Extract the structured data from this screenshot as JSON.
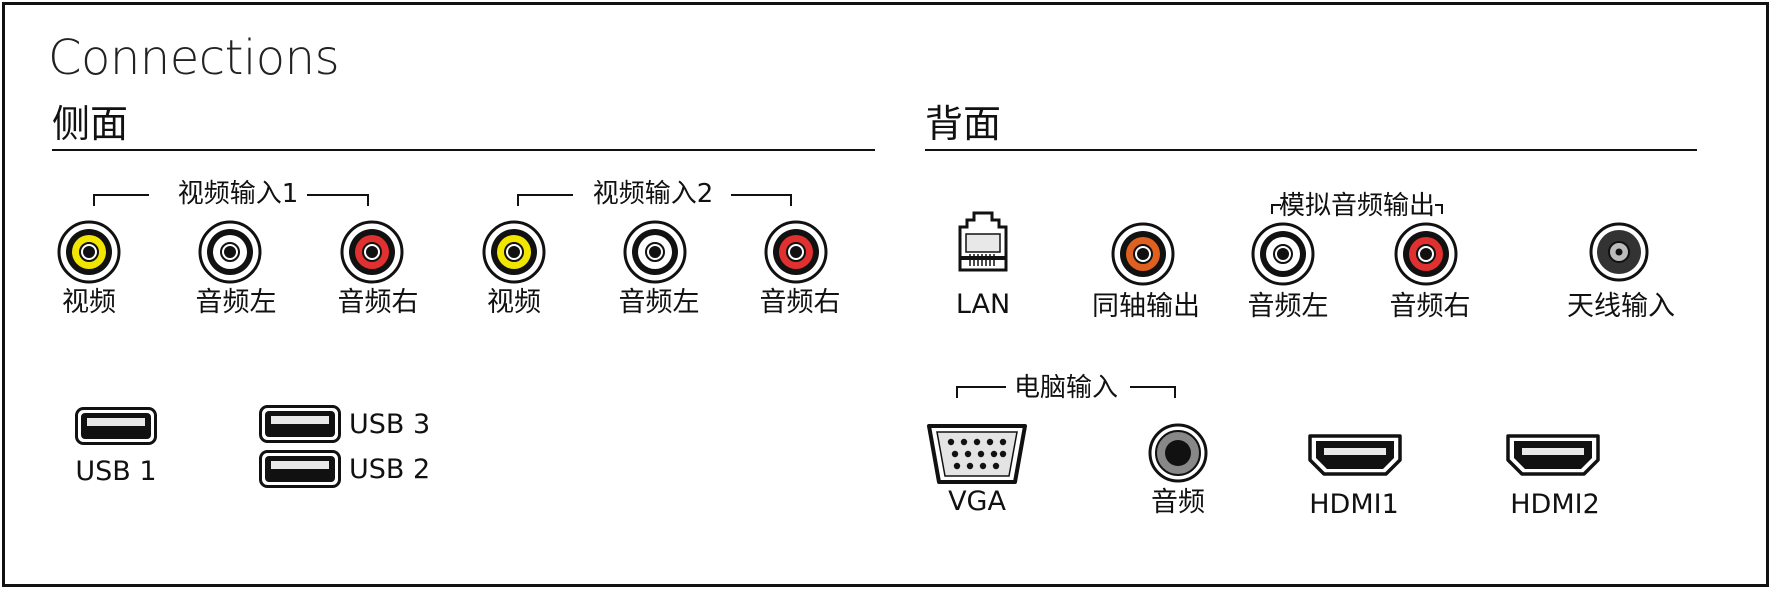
{
  "title": "Connections",
  "side": {
    "heading": "侧面",
    "groups": [
      {
        "label": "视频输入1",
        "ports": [
          "视频",
          "音频左",
          "音频右"
        ]
      },
      {
        "label": "视频输入2",
        "ports": [
          "视频",
          "音频左",
          "音频右"
        ]
      }
    ],
    "usb": [
      "USB 1",
      "USB 3",
      "USB 2"
    ]
  },
  "back": {
    "heading": "背面",
    "lan": "LAN",
    "coax": "同轴输出",
    "analog_group": "模拟音频输出",
    "analog_ports": [
      "音频左",
      "音频右"
    ],
    "antenna": "天线输入",
    "pc_group": "电脑输入",
    "vga": "VGA",
    "pc_audio": "音频",
    "hdmi1": "HDMI1",
    "hdmi2": "HDMI2"
  },
  "colors": {
    "video": "#f2e600",
    "audio_left": "#ffffff",
    "audio_right": "#e03030",
    "coax": "#e06020",
    "frame": "#111111"
  },
  "icons": [
    "rca-jack-icon",
    "usb-port-icon",
    "lan-port-icon",
    "antenna-jack-icon",
    "vga-port-icon",
    "audio-jack-icon",
    "hdmi-port-icon"
  ]
}
